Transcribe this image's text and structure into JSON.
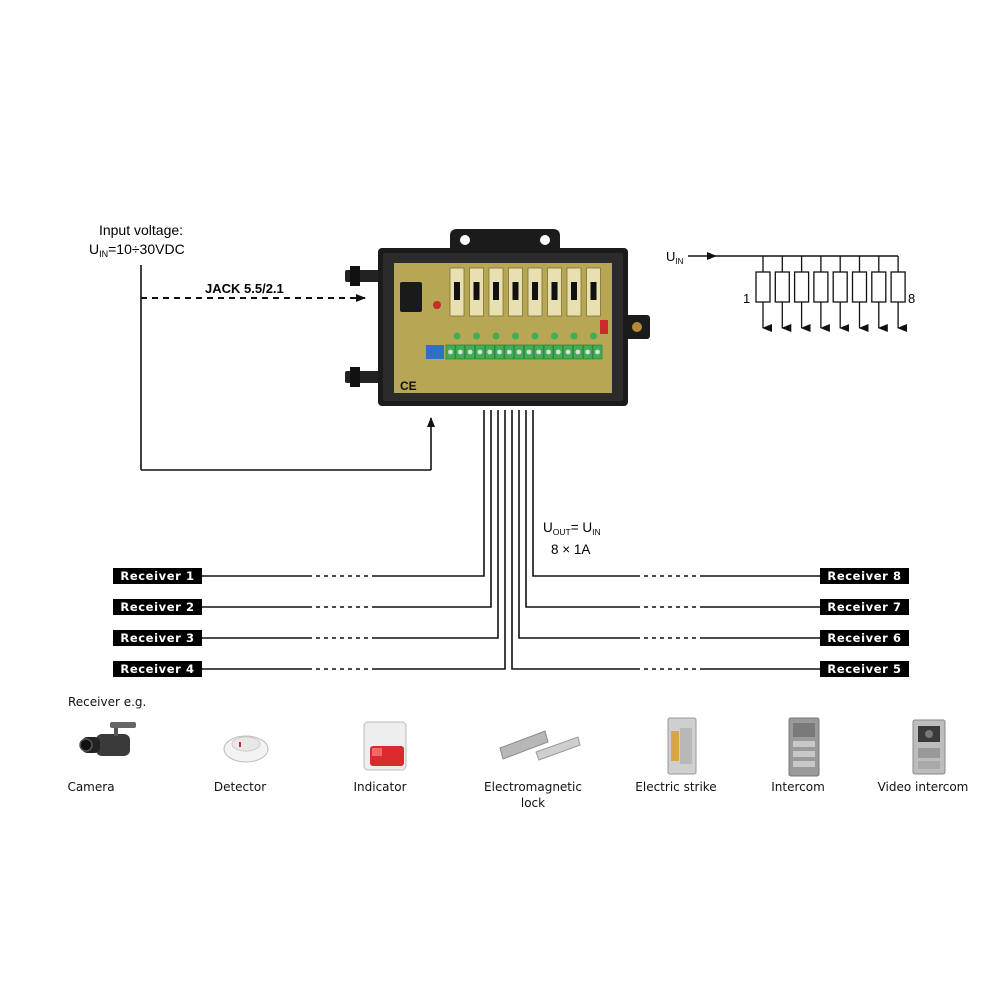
{
  "input": {
    "line1": "Input voltage:",
    "u": "U",
    "in_sub": "IN",
    "value": "=10÷30VDC"
  },
  "jack": "JACK 5.5/2.1",
  "output": {
    "u": "U",
    "out_sub": "OUT",
    "eq": "= U",
    "in_sub": "IN",
    "rating": "8 × 1A"
  },
  "schematic": {
    "u": "U",
    "in_sub": "IN",
    "first": "1",
    "last": "8"
  },
  "receivers": [
    "Receiver 1",
    "Receiver 2",
    "Receiver 3",
    "Receiver 4",
    "Receiver 5",
    "Receiver 6",
    "Receiver 7",
    "Receiver 8"
  ],
  "receiver_eg": "Receiver e.g.",
  "devices": [
    {
      "label": "Camera",
      "icon": "camera-icon"
    },
    {
      "label": "Detector",
      "icon": "smoke-detector-icon"
    },
    {
      "label": "Indicator",
      "icon": "siren-icon"
    },
    {
      "label": "Electromagnetic",
      "label2": "lock",
      "icon": "electromagnetic-lock-icon"
    },
    {
      "label": "Electric strike",
      "icon": "electric-strike-icon"
    },
    {
      "label": "Intercom",
      "icon": "intercom-icon"
    },
    {
      "label": "Video intercom",
      "icon": "video-intercom-icon"
    }
  ],
  "colors": {
    "line": "#111111",
    "pcb": "#b7a654",
    "enclosure": "#1b1b1b",
    "terminal": "#3fae55",
    "terminal_blue": "#2f6fc4",
    "label_bg": "#000000"
  }
}
